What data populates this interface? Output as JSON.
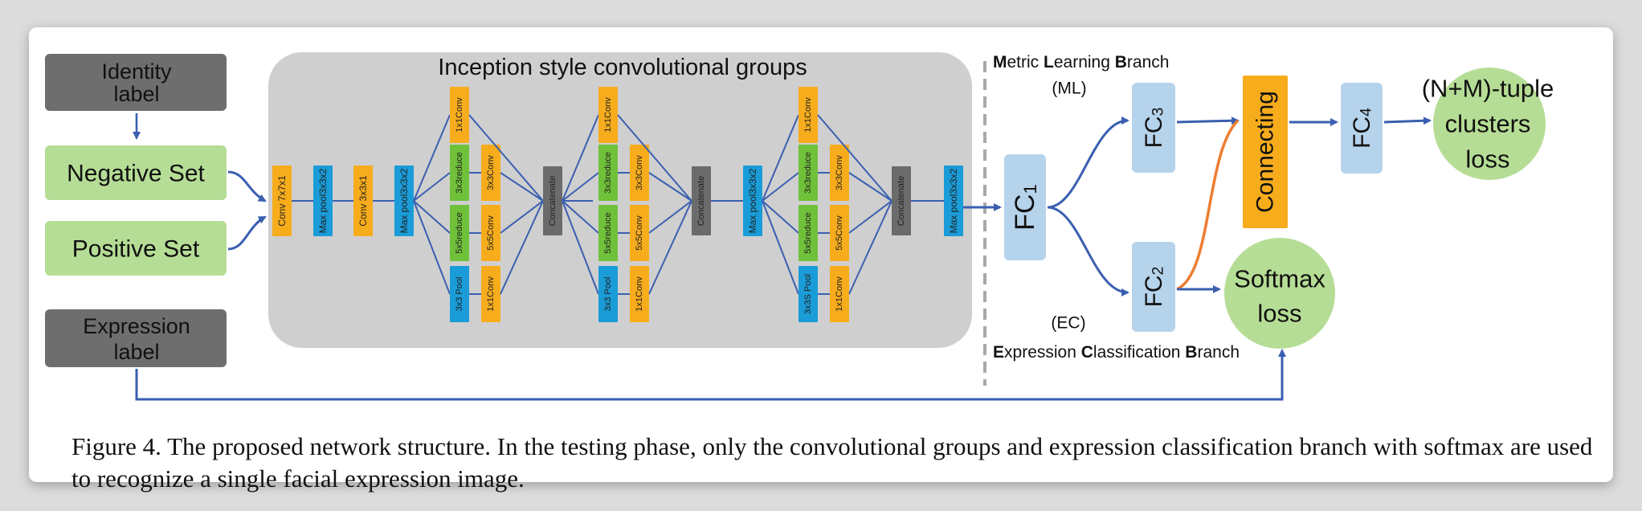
{
  "inputs": {
    "identity_label": [
      "Identity",
      "label"
    ],
    "negative_set": "Negative Set",
    "positive_set": "Positive Set",
    "expression_label": [
      "Expression",
      "label"
    ]
  },
  "inception": {
    "title": "Inception style convolutional groups",
    "stem": [
      "Conv 7x7x1",
      "Max pool3x3x2",
      "Conv 3x3x1",
      "Max pool3x3x2"
    ],
    "module1": {
      "col1": [
        "1x1Conv",
        "3x3reduce",
        "5x5reduce",
        "3x3 Pool"
      ],
      "col2": [
        "3x3Conv",
        "5x5Conv",
        "1x1Conv"
      ],
      "concat": "Concatenate"
    },
    "module2": {
      "col1": [
        "1x1Conv",
        "3x3reduce",
        "5x5reduce",
        "3x3 Pool"
      ],
      "col2": [
        "3x3Conv",
        "5x5Conv",
        "1x1Conv"
      ],
      "concat": "Concatenate"
    },
    "mid_pool": "Max pool3x3x2",
    "module3": {
      "col1": [
        "1x1Conv",
        "3x3reduce",
        "5x5reduce",
        "3x3S Pool"
      ],
      "col2": [
        "3x3Conv",
        "5x5Conv",
        "1x1Conv"
      ],
      "concat": "Concatenate"
    },
    "final_pool": "Max pool3x3x2"
  },
  "branches": {
    "ml_title": "Metric Learning Branch",
    "ml_abbr": "(ML)",
    "ec_title": "Expression Classification Branch",
    "ec_abbr": "(EC)"
  },
  "heads": {
    "fc1": "FC1",
    "fc3": "FC3",
    "fc2": "FC2",
    "fc4": "FC4",
    "connecting": "Connecting",
    "tuple_loss": [
      "(N+M)-tuple",
      "clusters",
      "loss"
    ],
    "softmax_loss": [
      "Softmax",
      "loss"
    ]
  },
  "colors": {
    "gray_box": "#6e6e6e",
    "green_box": "#b6dd95",
    "inception_bg": "#cfcfcf",
    "orange": "#f7ac1c",
    "blue": "#1a9cd8",
    "green": "#70c13a",
    "dark": "#6b6b6b",
    "fc_blue": "#b6d3ec",
    "arrow": "#3a5fb0",
    "orange_link": "#ee7d31"
  },
  "caption": "Figure 4. The proposed network structure. In the testing phase, only the convolutional groups and expression classification branch with softmax are used to recognize a single facial expression image."
}
